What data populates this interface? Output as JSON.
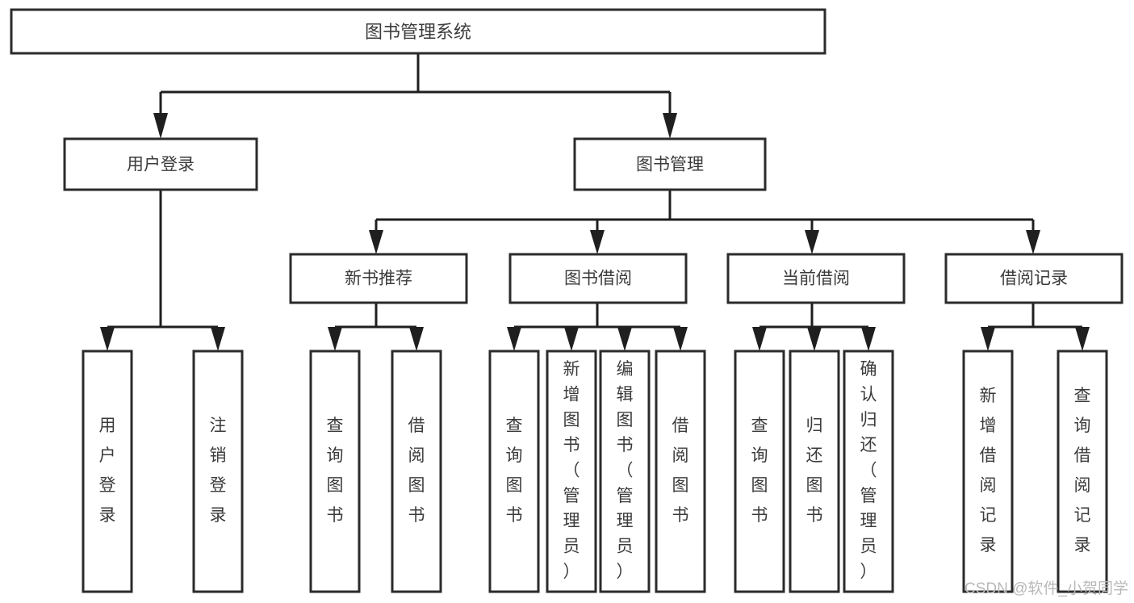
{
  "diagram": {
    "type": "tree",
    "title": "图书管理系统",
    "root": {
      "id": "root",
      "label": "图书管理系统"
    },
    "level2": [
      {
        "id": "user-login",
        "label": "用户登录"
      },
      {
        "id": "book-management",
        "label": "图书管理"
      }
    ],
    "level3": [
      {
        "id": "new-book-recommend",
        "label": "新书推荐",
        "parent": "book-management"
      },
      {
        "id": "book-borrow",
        "label": "图书借阅",
        "parent": "book-management"
      },
      {
        "id": "current-borrow",
        "label": "当前借阅",
        "parent": "book-management"
      },
      {
        "id": "borrow-record",
        "label": "借阅记录",
        "parent": "book-management"
      }
    ],
    "leaves": [
      {
        "id": "leaf-user-login",
        "label": "用户登录",
        "parent": "user-login"
      },
      {
        "id": "leaf-logout",
        "label": "注销登录",
        "parent": "user-login"
      },
      {
        "id": "leaf-query-book-1",
        "label": "查询图书",
        "parent": "new-book-recommend"
      },
      {
        "id": "leaf-borrow-book-1",
        "label": "借阅图书",
        "parent": "new-book-recommend"
      },
      {
        "id": "leaf-query-book-2",
        "label": "查询图书",
        "parent": "book-borrow"
      },
      {
        "id": "leaf-add-book",
        "label": "新增图书（管理员）",
        "parent": "book-borrow"
      },
      {
        "id": "leaf-edit-book",
        "label": "编辑图书（管理员）",
        "parent": "book-borrow"
      },
      {
        "id": "leaf-borrow-book-2",
        "label": "借阅图书",
        "parent": "book-borrow"
      },
      {
        "id": "leaf-query-book-3",
        "label": "查询图书",
        "parent": "current-borrow"
      },
      {
        "id": "leaf-return-book",
        "label": "归还图书",
        "parent": "current-borrow"
      },
      {
        "id": "leaf-confirm-return",
        "label": "确认归还（管理员）",
        "parent": "current-borrow"
      },
      {
        "id": "leaf-add-record",
        "label": "新增借阅记录",
        "parent": "borrow-record"
      },
      {
        "id": "leaf-query-record",
        "label": "查询借阅记录",
        "parent": "borrow-record"
      }
    ],
    "colors": {
      "box_stroke": "#2b2b2b",
      "connector": "#1f1f1f",
      "text": "#3b3b3b",
      "background": "#ffffff",
      "watermark": "#b9b9b9"
    }
  },
  "watermark": {
    "label": "CSDN @软件_小贺同学"
  }
}
